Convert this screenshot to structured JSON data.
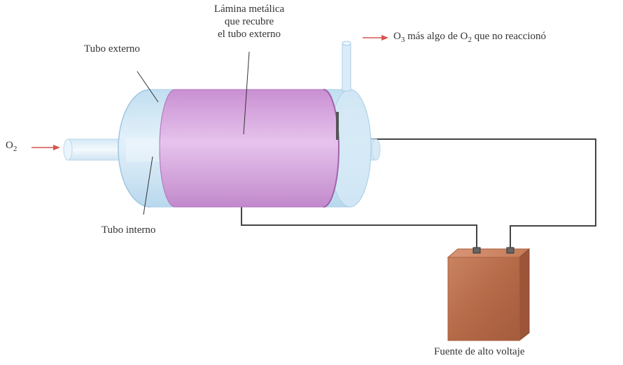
{
  "labels": {
    "outer_tube": "Tubo externo",
    "inner_tube": "Tubo interno",
    "metal_foil_line1": "Lámina metálica",
    "metal_foil_line2": "que recubre",
    "metal_foil_line3": "el tubo externo",
    "power_source": "Fuente de alto voltaje"
  },
  "inlet": {
    "base": "O",
    "sub": "2"
  },
  "outlet": {
    "part1": "O",
    "sub1": "3",
    "part2": " más algo de O",
    "sub2": "2",
    "part3": " que no reaccionó"
  },
  "colors": {
    "outer_tube": "#cfe6f5",
    "inner_tube": "#e8f3fa",
    "metal_foil": "#d7a6de",
    "power_source": "#b86a4a",
    "arrow": "#d9534f",
    "wire": "#444444"
  }
}
